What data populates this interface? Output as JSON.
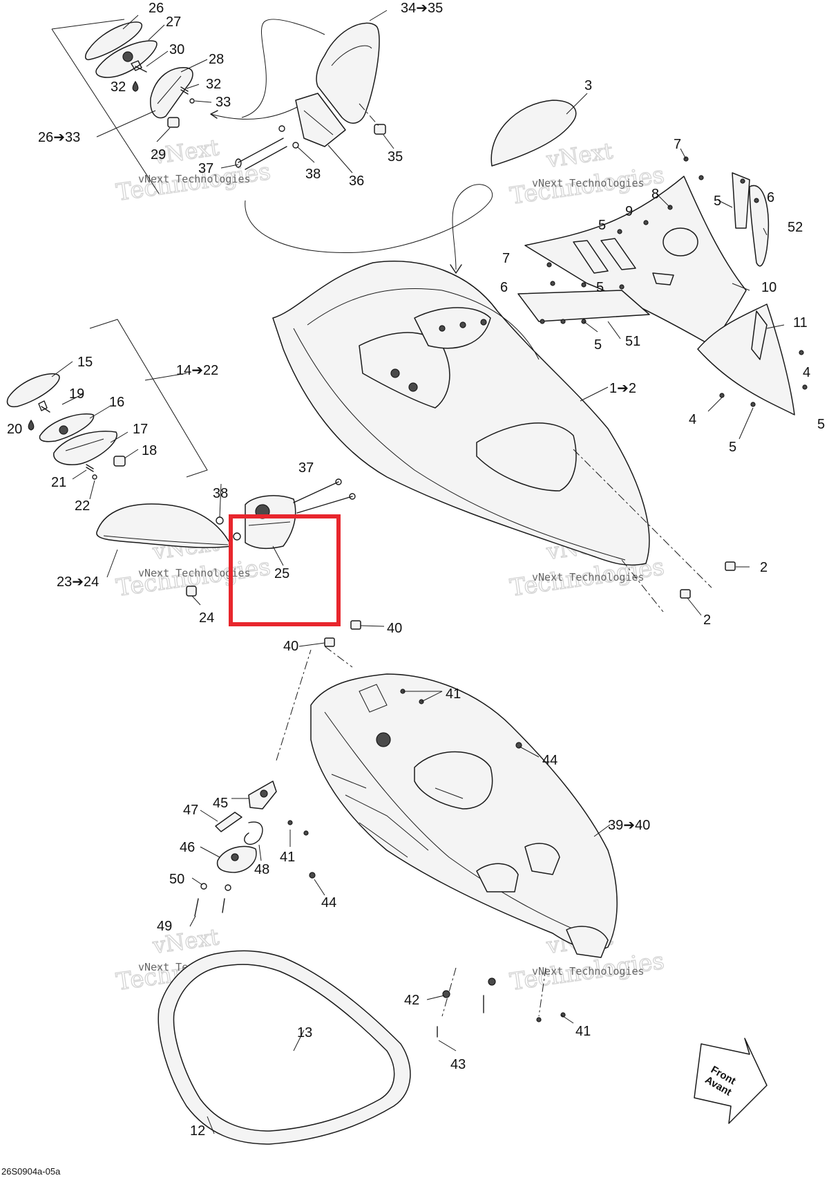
{
  "labels": [
    {
      "id": "26",
      "text": "26"
    },
    {
      "id": "27",
      "text": "27"
    },
    {
      "id": "30",
      "text": "30"
    },
    {
      "id": "28",
      "text": "28"
    },
    {
      "id": "32a",
      "text": "32"
    },
    {
      "id": "32b",
      "text": "32"
    },
    {
      "id": "33",
      "text": "33"
    },
    {
      "id": "29",
      "text": "29"
    },
    {
      "id": "26-33",
      "text": "26➔33"
    },
    {
      "id": "34-35",
      "text": "34➔35"
    },
    {
      "id": "35",
      "text": "35"
    },
    {
      "id": "37a",
      "text": "37"
    },
    {
      "id": "38a",
      "text": "38"
    },
    {
      "id": "36",
      "text": "36"
    },
    {
      "id": "3",
      "text": "3"
    },
    {
      "id": "7a",
      "text": "7"
    },
    {
      "id": "8",
      "text": "8"
    },
    {
      "id": "6a",
      "text": "6"
    },
    {
      "id": "5a",
      "text": "5"
    },
    {
      "id": "9",
      "text": "9"
    },
    {
      "id": "5b",
      "text": "5"
    },
    {
      "id": "52",
      "text": "52"
    },
    {
      "id": "7b",
      "text": "7"
    },
    {
      "id": "6b",
      "text": "6"
    },
    {
      "id": "5c",
      "text": "5"
    },
    {
      "id": "10",
      "text": "10"
    },
    {
      "id": "11",
      "text": "11"
    },
    {
      "id": "5d",
      "text": "5"
    },
    {
      "id": "51",
      "text": "51"
    },
    {
      "id": "4a",
      "text": "4"
    },
    {
      "id": "4b",
      "text": "4"
    },
    {
      "id": "5e",
      "text": "5"
    },
    {
      "id": "5f",
      "text": "5"
    },
    {
      "id": "1-2",
      "text": "1➔2"
    },
    {
      "id": "15",
      "text": "15"
    },
    {
      "id": "14-22",
      "text": "14➔22"
    },
    {
      "id": "19",
      "text": "19"
    },
    {
      "id": "16",
      "text": "16"
    },
    {
      "id": "20",
      "text": "20"
    },
    {
      "id": "17",
      "text": "17"
    },
    {
      "id": "18",
      "text": "18"
    },
    {
      "id": "21",
      "text": "21"
    },
    {
      "id": "22",
      "text": "22"
    },
    {
      "id": "37b",
      "text": "37"
    },
    {
      "id": "38b",
      "text": "38"
    },
    {
      "id": "25",
      "text": "25"
    },
    {
      "id": "23-24",
      "text": "23➔24"
    },
    {
      "id": "24",
      "text": "24"
    },
    {
      "id": "2a",
      "text": "2"
    },
    {
      "id": "2b",
      "text": "2"
    },
    {
      "id": "40a",
      "text": "40"
    },
    {
      "id": "40b",
      "text": "40"
    },
    {
      "id": "41a",
      "text": "41"
    },
    {
      "id": "44a",
      "text": "44"
    },
    {
      "id": "45",
      "text": "45"
    },
    {
      "id": "47",
      "text": "47"
    },
    {
      "id": "39-40",
      "text": "39➔40"
    },
    {
      "id": "46",
      "text": "46"
    },
    {
      "id": "48",
      "text": "48"
    },
    {
      "id": "41b",
      "text": "41"
    },
    {
      "id": "50",
      "text": "50"
    },
    {
      "id": "44b",
      "text": "44"
    },
    {
      "id": "49",
      "text": "49"
    },
    {
      "id": "42",
      "text": "42"
    },
    {
      "id": "13",
      "text": "13"
    },
    {
      "id": "41c",
      "text": "41"
    },
    {
      "id": "43",
      "text": "43"
    },
    {
      "id": "12",
      "text": "12"
    }
  ],
  "watermark": {
    "line1": "vNext",
    "line2": "Technologies",
    "caption": "vNext Technologies"
  },
  "front_arrow": {
    "line1": "Front",
    "line2": "Avant"
  },
  "drawing_code": "26S0904a-05a",
  "highlight_color": "#e8262d"
}
